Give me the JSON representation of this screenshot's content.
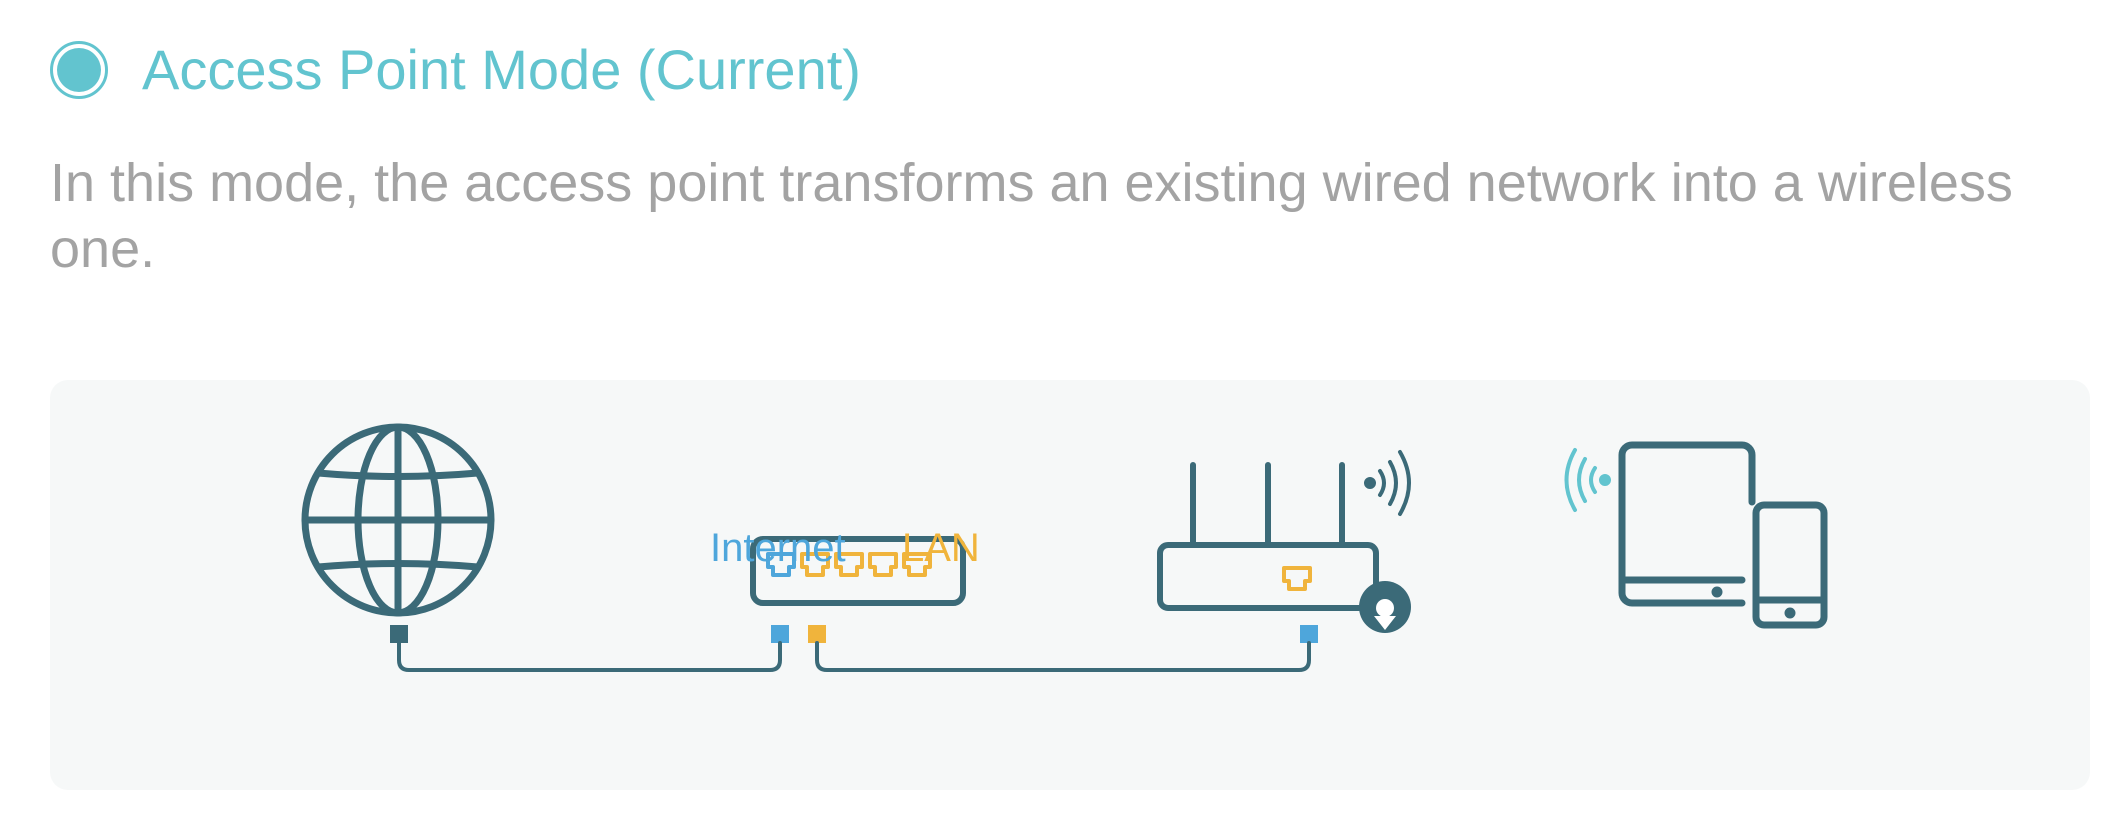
{
  "mode": {
    "title": "Access Point Mode (Current)",
    "selected": true,
    "description": "In this mode, the access point transforms an existing wired network into a wireless one."
  },
  "diagram": {
    "labels": {
      "internet": "Internet",
      "lan": "LAN"
    },
    "icons": [
      "globe-icon",
      "modem-icon",
      "router-icon",
      "wifi-signal-icon",
      "tablet-icon",
      "phone-icon"
    ],
    "colors": {
      "accent": "#62c4cf",
      "text": "#a3a3a3",
      "line": "#3b6a78",
      "internet_port": "#4ea6db",
      "lan_port": "#f0b43c",
      "panel_bg": "#f6f8f8"
    }
  }
}
